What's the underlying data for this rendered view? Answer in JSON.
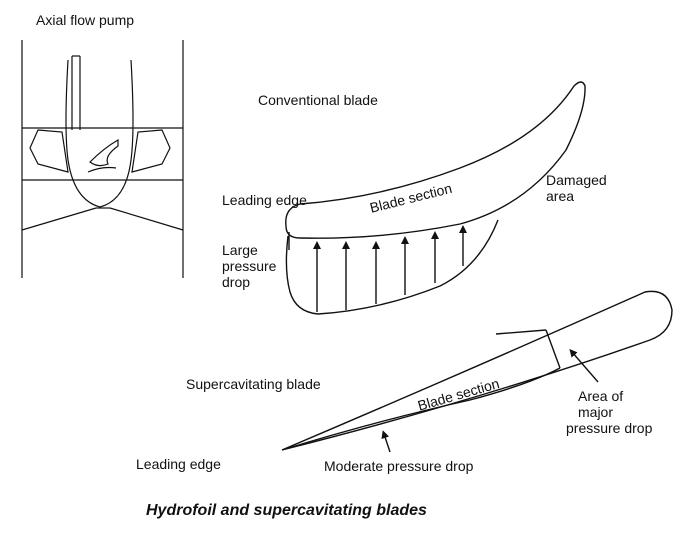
{
  "labels": {
    "axial_flow_pump": "Axial flow pump",
    "conventional_blade": "Conventional blade",
    "leading_edge_top": "Leading edge",
    "blade_section_top": "Blade section",
    "damaged_area_line1": "Damaged",
    "damaged_area_line2": "area",
    "large_pressure_line1": "Large",
    "large_pressure_line2": "pressure",
    "large_pressure_line3": "drop",
    "supercavitating_blade": "Supercavitating blade",
    "blade_section_bottom": "Blade section",
    "area_major_line1": "Area of",
    "area_major_line2": "major",
    "area_major_line3": "pressure drop",
    "leading_edge_bottom": "Leading edge",
    "moderate_pressure_drop": "Moderate pressure drop"
  },
  "caption": "Hydrofoil and supercavitating blades",
  "colors": {
    "ink": "#111111",
    "background": "#ffffff"
  }
}
